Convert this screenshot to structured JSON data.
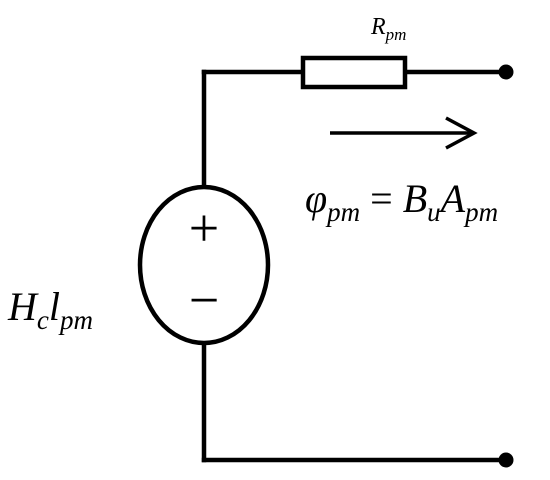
{
  "resistor": {
    "symbol": "R",
    "subscript": "pm"
  },
  "flux": {
    "symbol": "φ",
    "subscript": "pm",
    "equals": "=",
    "b_symbol": "B",
    "b_subscript": "u",
    "a_symbol": "A",
    "a_subscript": "pm"
  },
  "source": {
    "h_symbol": "H",
    "h_subscript": "c",
    "l_symbol": "l",
    "l_subscript": "pm",
    "plus": "+",
    "minus": "−"
  }
}
